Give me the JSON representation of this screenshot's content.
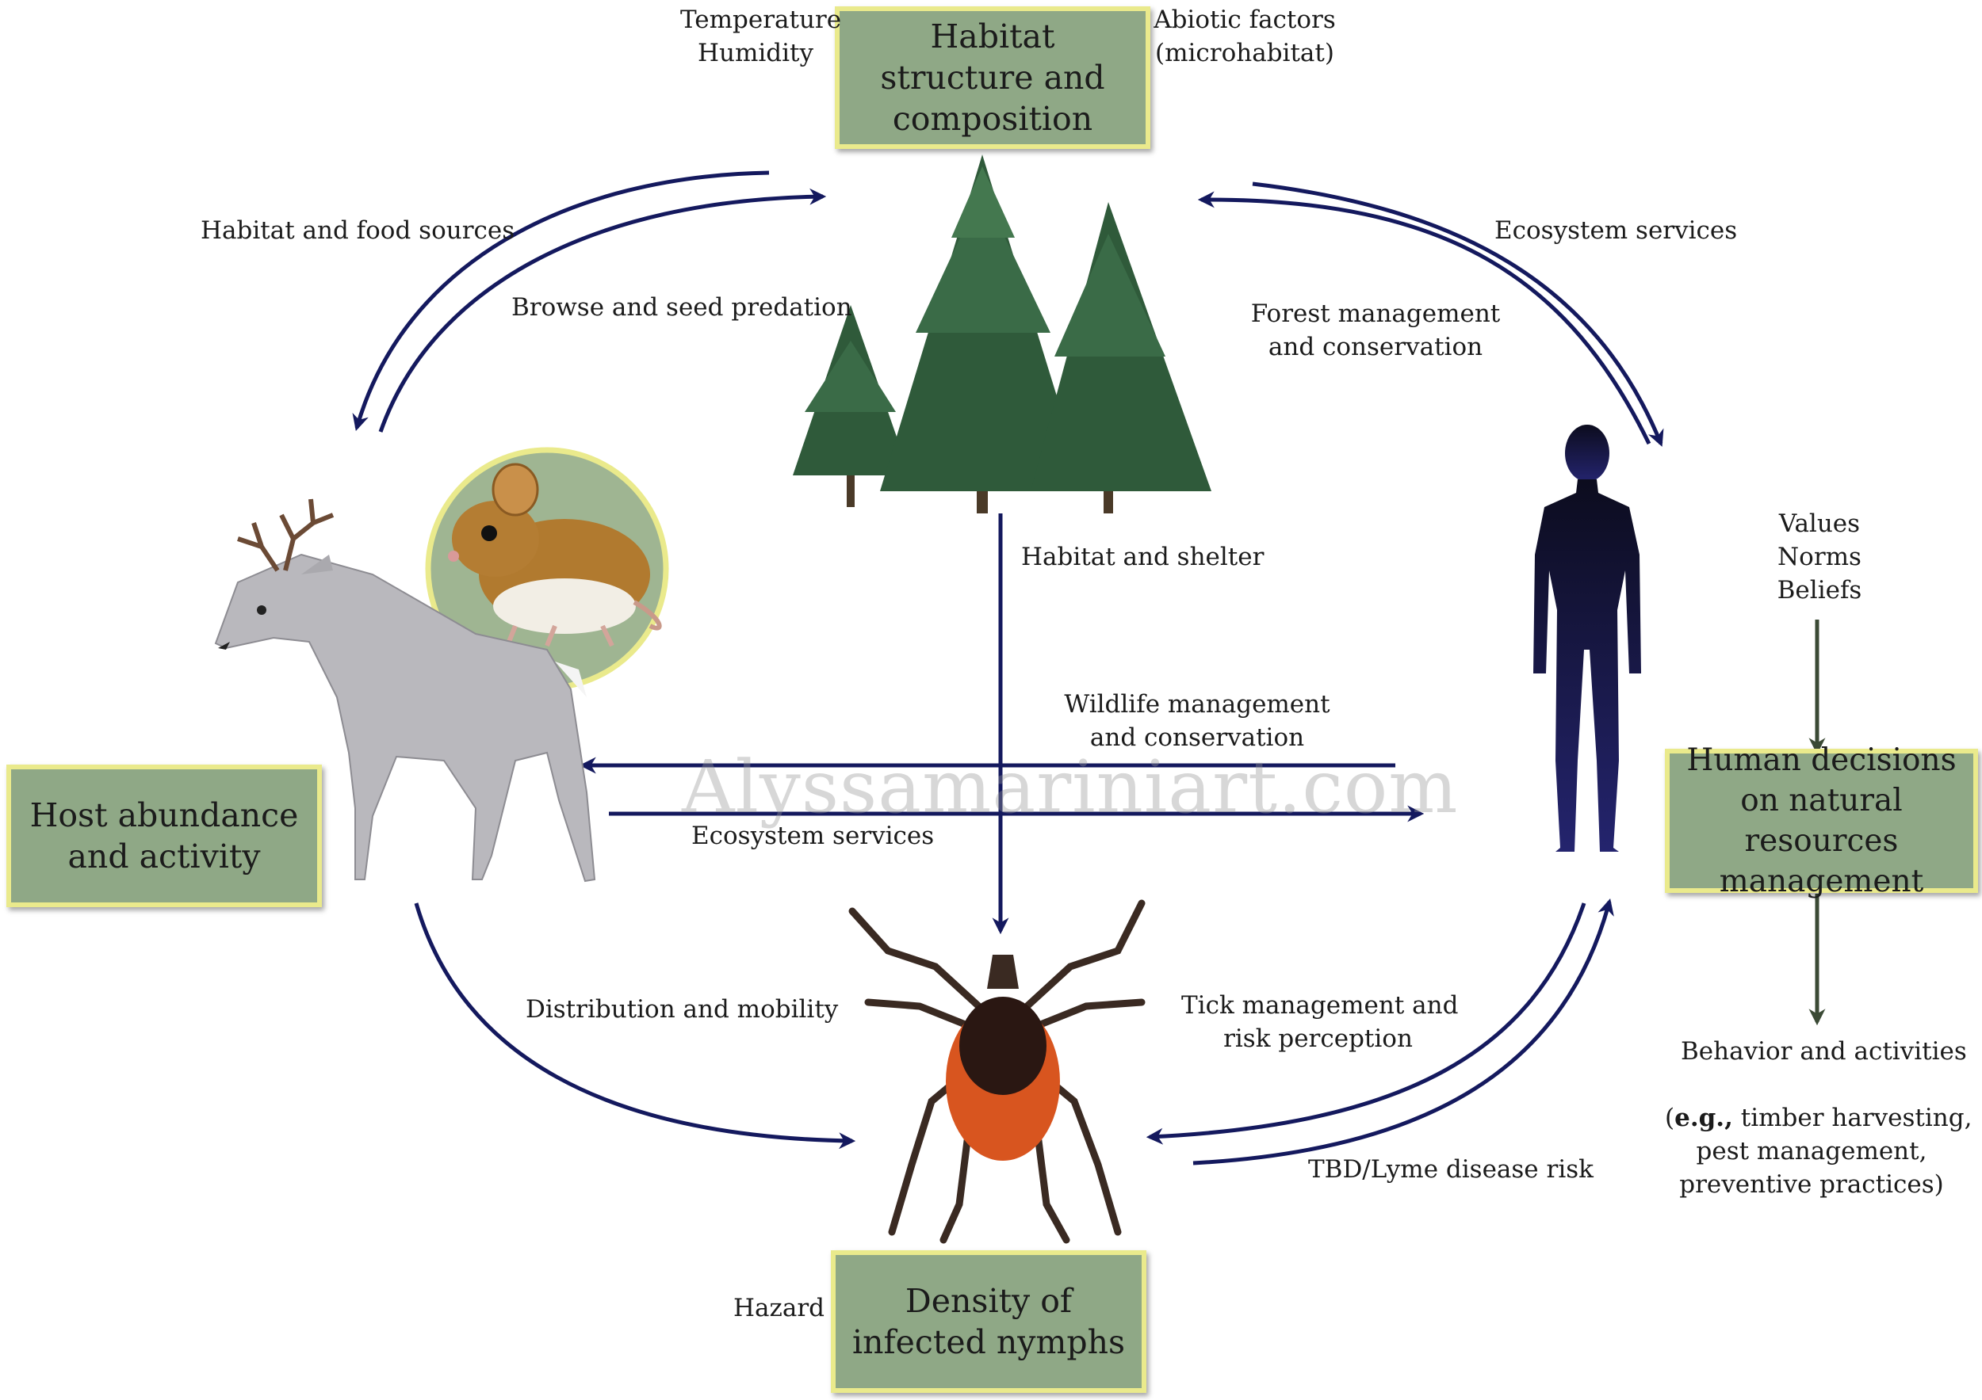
{
  "boxes": {
    "habitat": "Habitat structure and composition",
    "host": "Host abundance and activity",
    "human": "Human decisions on natural resources management",
    "nymphs": "Density of infected nymphs"
  },
  "labels": {
    "temperature": "Temperature",
    "humidity": "Humidity",
    "abiotic": "Abiotic factors",
    "microhabitat": "(microhabitat)",
    "habitat_food": "Habitat and food sources",
    "browse": "Browse and seed predation",
    "ecosystem_top": "Ecosystem services",
    "forest_mgmt_1": "Forest management",
    "forest_mgmt_2": "and conservation",
    "habitat_shelter": "Habitat and shelter",
    "values": "Values",
    "norms": "Norms",
    "beliefs": "Beliefs",
    "wildlife_1": "Wildlife management",
    "wildlife_2": "and conservation",
    "ecosystem_mid": "Ecosystem services",
    "distribution": "Distribution and mobility",
    "tick_mgmt_1": "Tick management and",
    "tick_mgmt_2": "risk perception",
    "tbd": "TBD/Lyme disease risk",
    "behavior": "Behavior and activities",
    "eg_bold": "e.g.,",
    "eg_1": " timber harvesting,",
    "eg_2": "pest management,",
    "eg_3": "preventive practices)",
    "hazard": "Hazard",
    "watermark": "Alyssamariniart.com"
  },
  "icons": [
    "spruce-trees-icon",
    "deer-icon",
    "mouse-icon",
    "human-silhouette-icon",
    "tick-icon"
  ],
  "colors": {
    "box_fill": "#8fa886",
    "box_border": "#eaea8c",
    "arrow": "#14195e",
    "dark_arrow": "#3b4a35",
    "tree": "#2f5a3a",
    "human": "#1a1a4f",
    "tick_body": "#d8551f",
    "deer": "#b9b8bd"
  }
}
